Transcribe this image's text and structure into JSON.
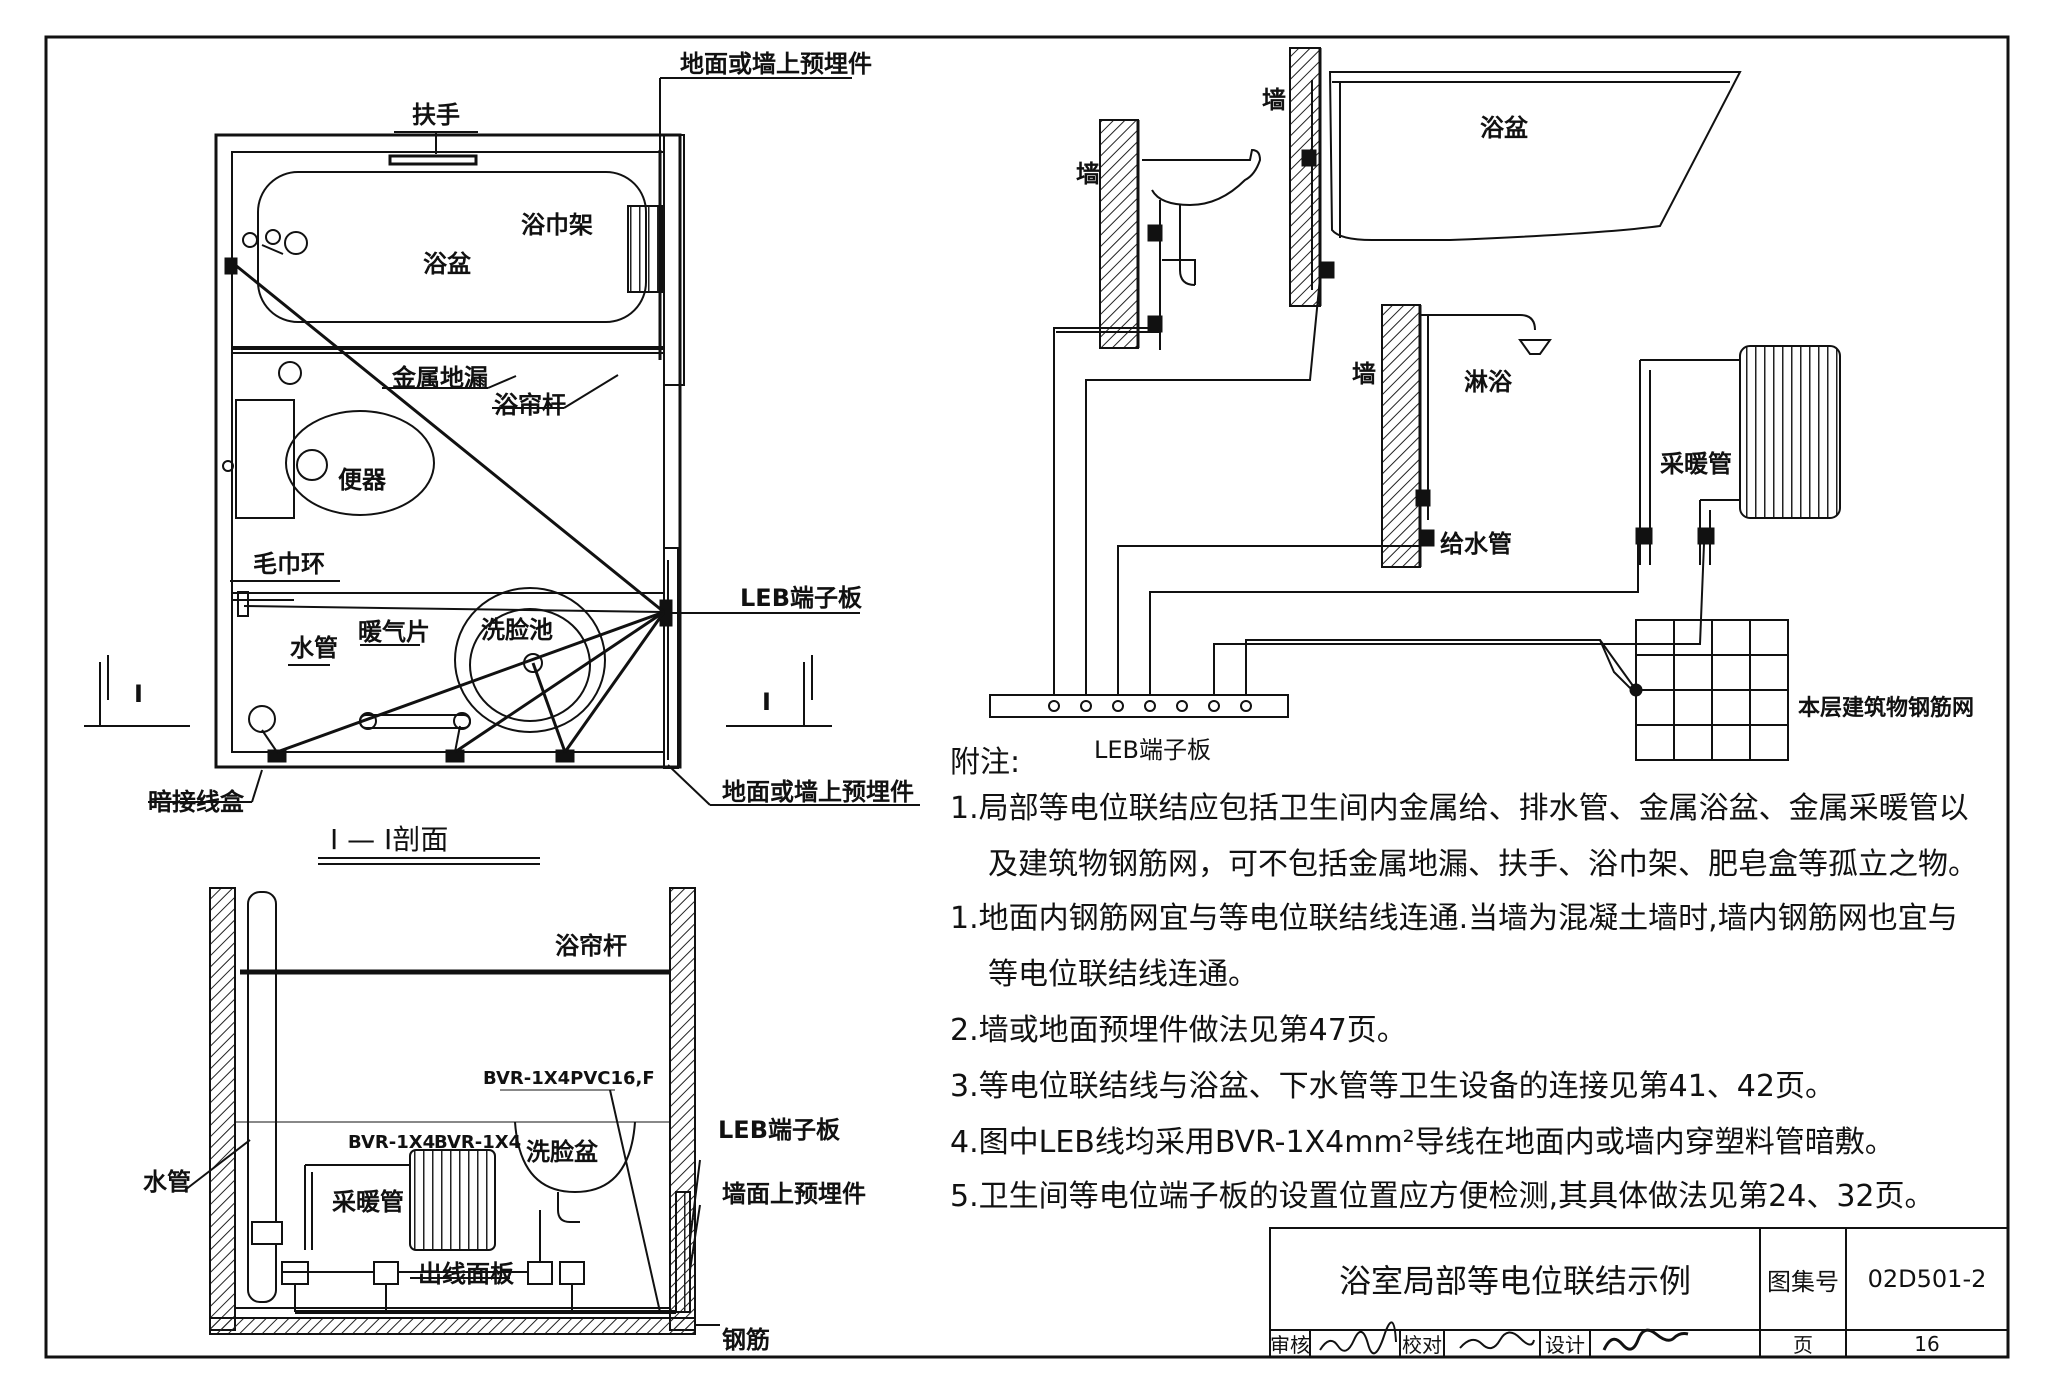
{
  "plan": {
    "handrail": "扶手",
    "embedded_top": "地面或墙上预埋件",
    "towel_rack": "浴巾架",
    "bathtub": "浴盆",
    "floor_drain": "金属地漏",
    "curtain_rod": "浴帘杆",
    "toilet": "便器",
    "towel_ring": "毛巾环",
    "leb": "LEB端子板",
    "washbasin": "洗脸池",
    "water_pipe": "水管",
    "radiator": "暖气片",
    "section_mark": "I",
    "junction_box": "暗接线盒",
    "embedded_bottom": "地面或墙上预埋件"
  },
  "section": {
    "title": "I — I剖面",
    "curtain_rod": "浴帘杆",
    "conduit_note": "BVR-1X4PVC16,F",
    "wire_1": "BVR-1X4",
    "wire_2": "BVR-1X4",
    "washbasin": "洗脸盆",
    "leb": "LEB端子板",
    "water_pipe": "水管",
    "heating_pipe": "采暖管",
    "wall_embedded": "墙面上预埋件",
    "outlet_panel": "出线面板",
    "rebar": "钢筋"
  },
  "right": {
    "wall_1": "墙",
    "wall_2": "墙",
    "bathtub": "浴盆",
    "wall_3": "墙",
    "shower": "淋浴",
    "heating_pipe": "采暖管",
    "water_supply": "给水管",
    "rebar_mesh": "本层建筑物钢筋网",
    "leb": "LEB端子板"
  },
  "notes": {
    "title": "附注:",
    "items": [
      "1.局部等电位联结应包括卫生间内金属给、排水管、金属浴盆、金属采暖管以",
      "及建筑物钢筋网，可不包括金属地漏、扶手、浴巾架、肥皂盒等孤立之物。",
      "1.地面内钢筋网宜与等电位联结线连通.当墙为混凝土墙时,墙内钢筋网也宜与",
      "等电位联结线连通。",
      "2.墙或地面预埋件做法见第47页。",
      "3.等电位联结线与浴盆、下水管等卫生设备的连接见第41、42页。",
      "4.图中LEB线均采用BVR-1X4mm²导线在地面内或墙内穿塑料管暗敷。",
      "5.卫生间等电位端子板的设置位置应方便检测,其具体做法见第24、32页。"
    ]
  },
  "title_block": {
    "title": "浴室局部等电位联结示例",
    "atlas_label": "图集号",
    "atlas_no": "02D501-2",
    "review": "审核",
    "check": "校对",
    "design": "设计",
    "page_label": "页",
    "page_no": "16"
  }
}
